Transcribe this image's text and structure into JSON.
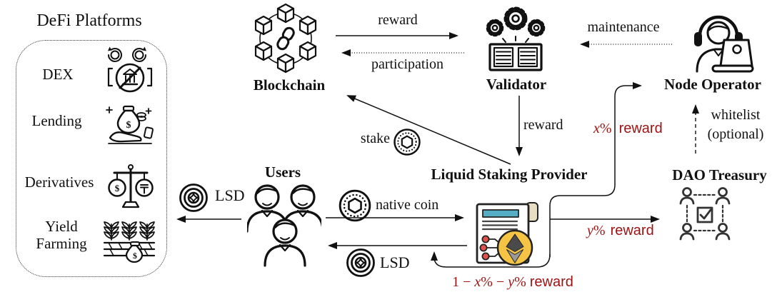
{
  "defi_panel": {
    "title": "DeFi Platforms",
    "items": [
      {
        "label": "DEX"
      },
      {
        "label": "Lending"
      },
      {
        "label": "Derivatives"
      },
      {
        "label": "Yield Farming"
      }
    ]
  },
  "entities": {
    "blockchain": "Blockchain",
    "validator": "Validator",
    "node_operator": "Node Operator",
    "users": "Users",
    "liquid_staking_provider": "Liquid Staking Provider",
    "dao_treasury": "DAO Treasury"
  },
  "flow_labels": {
    "reward_top": "reward",
    "participation": "participation",
    "maintenance": "maintenance",
    "validator_reward": "reward",
    "stake": "stake",
    "whitelist_line1": "whitelist",
    "whitelist_line2": "(optional)",
    "native_coin": "native coin",
    "lsd_to_defi": "LSD",
    "lsd_to_users": "LSD",
    "x_reward": {
      "variable": "x",
      "percent": "%",
      "word": "reward"
    },
    "y_reward": {
      "variable": "y",
      "percent": "%",
      "word": "reward"
    },
    "remainder_reward": {
      "p1": "1 − ",
      "v1": "x",
      "p2": "% − ",
      "v2": "y",
      "p3": "%",
      "word": "reward"
    }
  },
  "icons": {
    "dollar": "$",
    "blockchain-icon": "six linked cubes around chain link",
    "validator-icon": "open book with gears",
    "node-operator-icon": "person with headset at laptop",
    "users-icon": "group of three people",
    "dao-treasury-icon": "four members around checked ballot box",
    "lsp-contract-icon": "smart contract document with ethereum coin",
    "native-coin-icon": "coin with hexagon center",
    "lsd-coin-icon": "coin with concentric rings and diamond",
    "dex-icon": "no-bank swap icon",
    "lending-icon": "money bag over hand",
    "derivatives-icon": "balance scale with coins",
    "yield-farming-icon": "crops with money bag"
  },
  "colors": {
    "accent_red": "#9e1111",
    "ink": "#111111",
    "eth_coin_fill": "#f6c445",
    "doc_header_teal": "#56aec4",
    "circuit_dot_red": "#e0524d",
    "page_curl_beige": "#e7ddc0"
  }
}
